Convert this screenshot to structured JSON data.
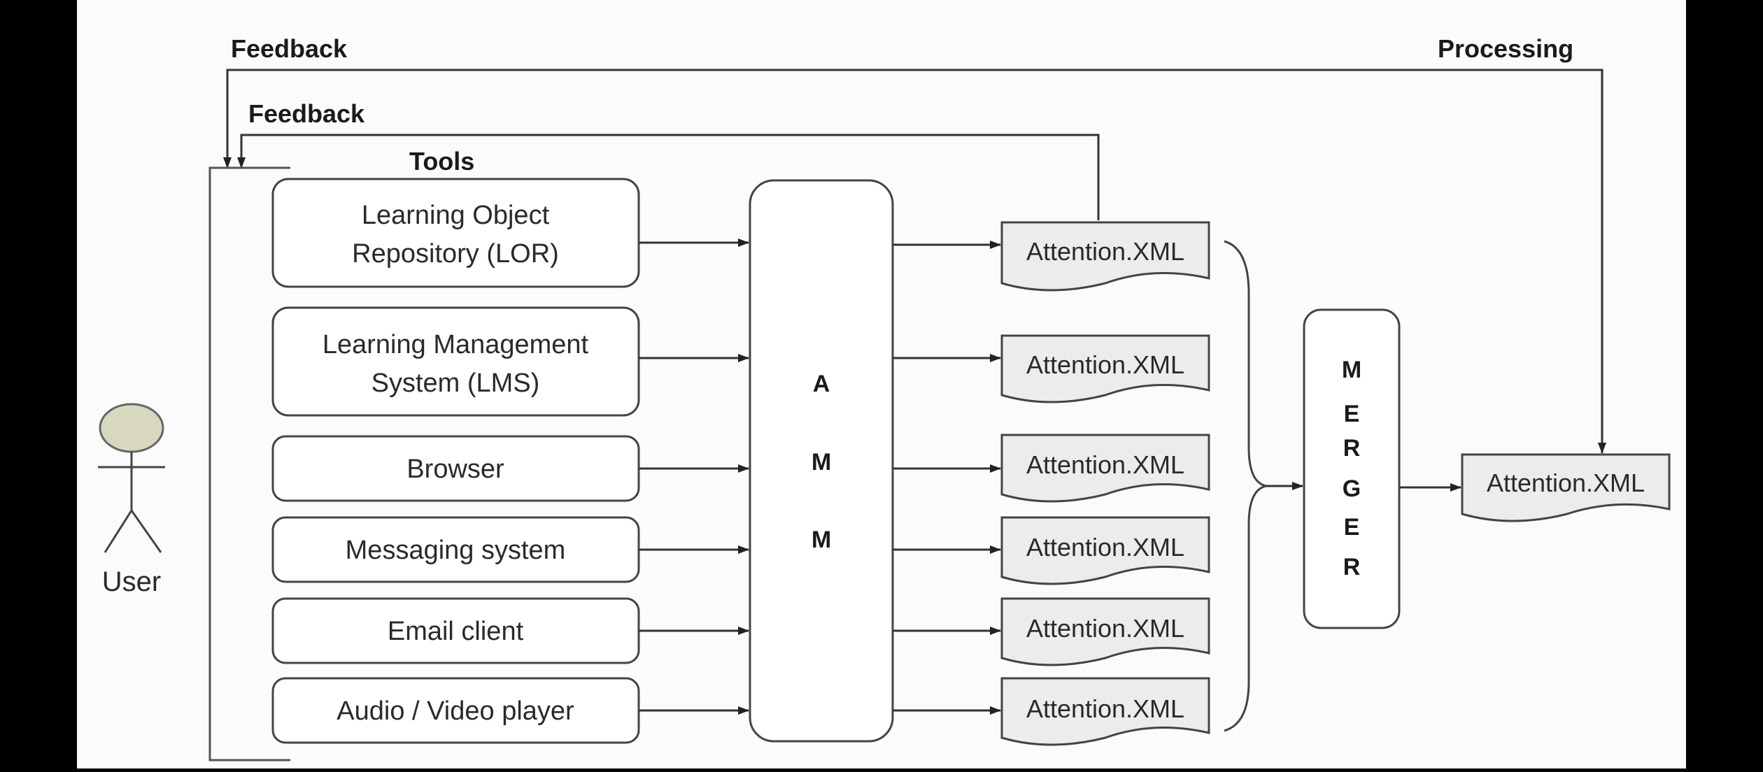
{
  "labels": {
    "feedback_outer": "Feedback",
    "feedback_inner": "Feedback",
    "processing": "Processing",
    "tools": "Tools",
    "user": "User"
  },
  "tools": [
    {
      "line1": "Learning Object",
      "line2": "Repository (LOR)"
    },
    {
      "line1": "Learning Management",
      "line2": "System (LMS)"
    },
    {
      "line1": "Browser",
      "line2": ""
    },
    {
      "line1": "Messaging system",
      "line2": ""
    },
    {
      "line1": "Email client",
      "line2": ""
    },
    {
      "line1": "Audio / Video player",
      "line2": ""
    }
  ],
  "amm_letters": [
    "A",
    "M",
    "M"
  ],
  "merger_letters": [
    "M",
    "E",
    "R",
    "G",
    "E",
    "R"
  ],
  "attention_docs": [
    "Attention.XML",
    "Attention.XML",
    "Attention.XML",
    "Attention.XML",
    "Attention.XML",
    "Attention.XML"
  ],
  "final_doc": "Attention.XML"
}
